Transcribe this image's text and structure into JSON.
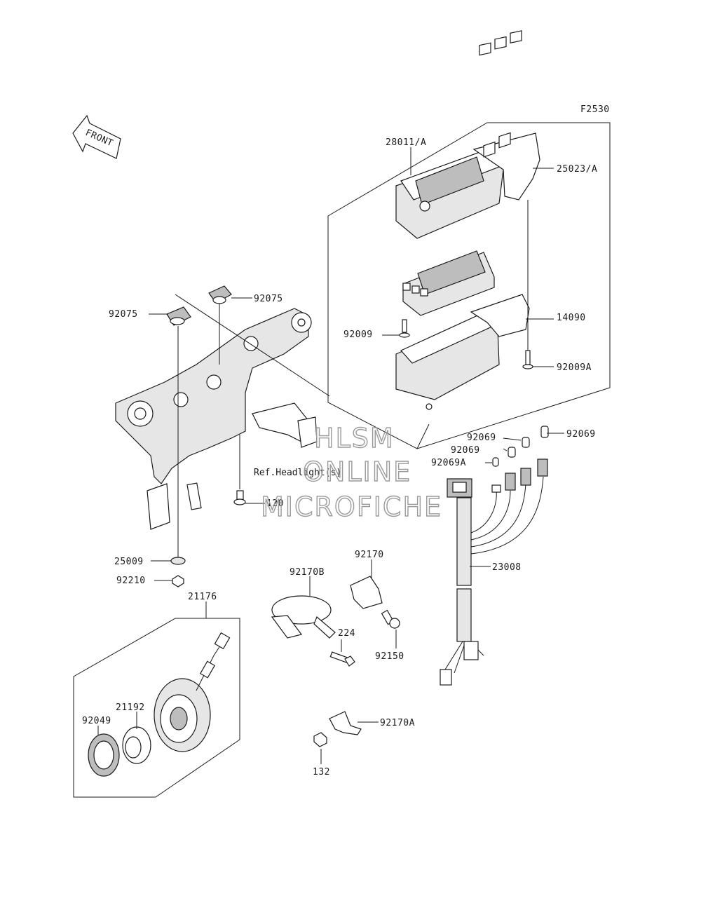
{
  "figure_code": "F2530",
  "front_label": "FRONT",
  "reference_note": "Ref.Headlight(s)",
  "watermark": [
    "HLSM",
    "ONLINE",
    "MICROFICHE"
  ],
  "parts": {
    "p28011A": "28011/A",
    "p25023A": "25023/A",
    "p14090": "14090",
    "p92009": "92009",
    "p92009A": "92009A",
    "p92075a": "92075",
    "p92075b": "92075",
    "p92069a": "92069",
    "p92069b": "92069",
    "p92069c": "92069",
    "p92069A": "92069A",
    "p120": "120",
    "p25009": "25009",
    "p92210": "92210",
    "p23008": "23008",
    "p92170": "92170",
    "p92170B": "92170B",
    "p224": "224",
    "p92150": "92150",
    "p21176": "21176",
    "p21192": "21192",
    "p92049": "92049",
    "p92170A": "92170A",
    "p132": "132"
  }
}
